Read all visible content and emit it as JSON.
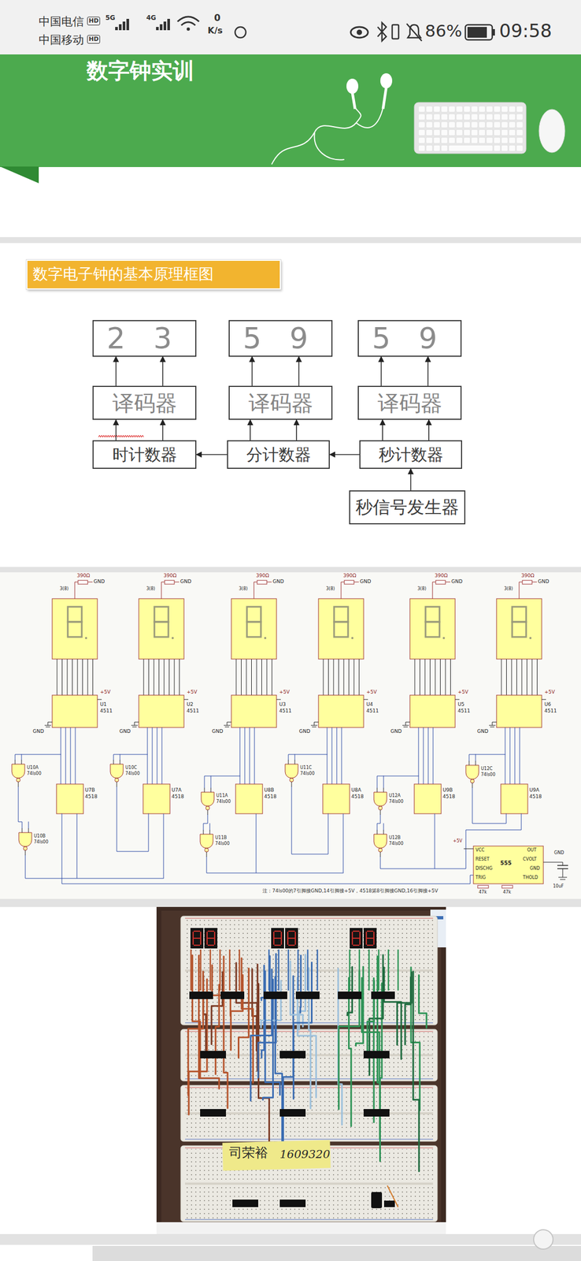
{
  "diagram": {
    "title": "数字钟实训",
    "nodes": [
      {
        "text": [
          "数字电子钟的基本原理框图"
        ]
      },
      {
        "text": [
          "2",
          "3"
        ]
      },
      {
        "text": [
          "5",
          "9"
        ]
      },
      {
        "text": [
          "5",
          "9"
        ]
      },
      {
        "text": [
          "译码器"
        ]
      },
      {
        "text": [
          "译码器"
        ]
      },
      {
        "text": [
          "译码器"
        ]
      },
      {
        "text": [
          "时计数器"
        ]
      },
      {
        "text": [
          "分计数器"
        ]
      },
      {
        "text": [
          "秒计数器"
        ]
      },
      {
        "text": [
          "秒信号发生器"
        ]
      }
    ],
    "edges": [
      {
        "from": 4,
        "to": 1,
        "arrow": "to"
      },
      {
        "from": 4,
        "to": 1,
        "arrow": "to"
      },
      {
        "from": 5,
        "to": 2,
        "arrow": "to"
      },
      {
        "from": 5,
        "to": 2,
        "arrow": "to"
      },
      {
        "from": 6,
        "to": 3,
        "arrow": "to"
      },
      {
        "from": 6,
        "to": 3,
        "arrow": "to"
      },
      {
        "from": 7,
        "to": 4,
        "arrow": "to"
      },
      {
        "from": 7,
        "to": 4,
        "arrow": "to"
      },
      {
        "from": 8,
        "to": 5,
        "arrow": "to"
      },
      {
        "from": 8,
        "to": 5,
        "arrow": "to"
      },
      {
        "from": 9,
        "to": 6,
        "arrow": "to"
      },
      {
        "from": 9,
        "to": 6,
        "arrow": "to"
      },
      {
        "from": 8,
        "to": 7,
        "arrow": "to"
      },
      {
        "from": 9,
        "to": 8,
        "arrow": "to"
      },
      {
        "from": 10,
        "to": 9,
        "arrow": "to"
      }
    ],
    "labels": [
      "中国电信",
      "HD",
      "中国移动",
      "HD",
      "5G",
      "4G",
      "0",
      "K/s",
      "86%",
      "09:58",
      "390Ω",
      "GND",
      "3(8)",
      "+5V",
      "U1",
      "4511",
      "GND",
      "390Ω",
      "GND",
      "3(8)",
      "+5V",
      "U2",
      "4511",
      "GND",
      "390Ω",
      "GND",
      "3(8)",
      "+5V",
      "U3",
      "4511",
      "GND",
      "390Ω",
      "GND",
      "3(8)",
      "+5V",
      "U4",
      "4511",
      "GND",
      "390Ω",
      "GND",
      "3(8)",
      "+5V",
      "U5",
      "4511",
      "GND",
      "390Ω",
      "GND",
      "3(8)",
      "+5V",
      "U6",
      "4511",
      "GND",
      "U7B",
      "4518",
      "U7A",
      "4518",
      "U8B",
      "4518",
      "U8A",
      "4518",
      "U9B",
      "4518",
      "U9A",
      "4518",
      "U10A",
      "74ls00",
      "U10B",
      "74ls00",
      "U10C",
      "74ls00",
      "U11A",
      "74ls00",
      "U11B",
      "74ls00",
      "U11C",
      "74ls00",
      "U12A",
      "74ls00",
      "U12B",
      "74ls00",
      "U12C",
      "74ls00",
      "+5V",
      "555",
      "VCC",
      "OUT",
      "RESET",
      "CVOLT",
      "DISCHG",
      "GND",
      "TRIG",
      "THOLD",
      "GND",
      "47k",
      "47k",
      "10uF",
      "注：74ls00的7引脚接GND,14引脚接+5V，4518第8引脚接GND,16引脚接+5V",
      "司荣裕",
      "1609320"
    ]
  }
}
